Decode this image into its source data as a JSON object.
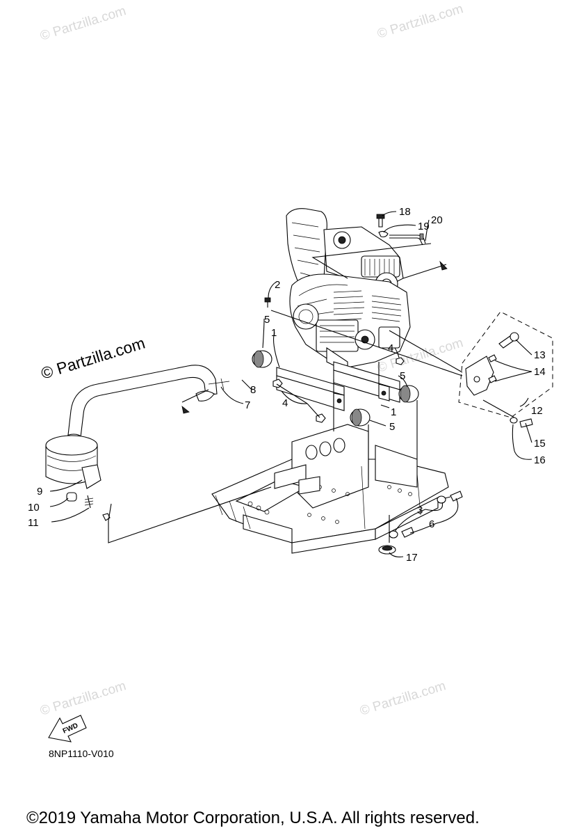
{
  "watermarks": {
    "top_left": "© Partzilla.com",
    "top_right": "© Partzilla.com",
    "main": "© Partzilla.com",
    "mid_right": "© Partzilla.com",
    "bottom_left": "© Partzilla.com",
    "bottom_right": "© Partzilla.com"
  },
  "callouts": {
    "n1a": "1",
    "n1b": "1",
    "n2": "2",
    "n3": "3",
    "n4a": "4",
    "n4b": "4",
    "n5a": "5",
    "n5b": "5",
    "n5c": "5",
    "n6": "6",
    "n7": "7",
    "n8": "8",
    "n9": "9",
    "n10": "10",
    "n11": "11",
    "n12": "12",
    "n13": "13",
    "n14": "14",
    "n15": "15",
    "n16": "16",
    "n17": "17",
    "n18": "18",
    "n19": "19",
    "n20": "20"
  },
  "fwd_label": "FWD",
  "diagram_code": "8NP1110-V010",
  "copyright": "©2019 Yamaha Motor Corporation, U.S.A. All rights reserved."
}
